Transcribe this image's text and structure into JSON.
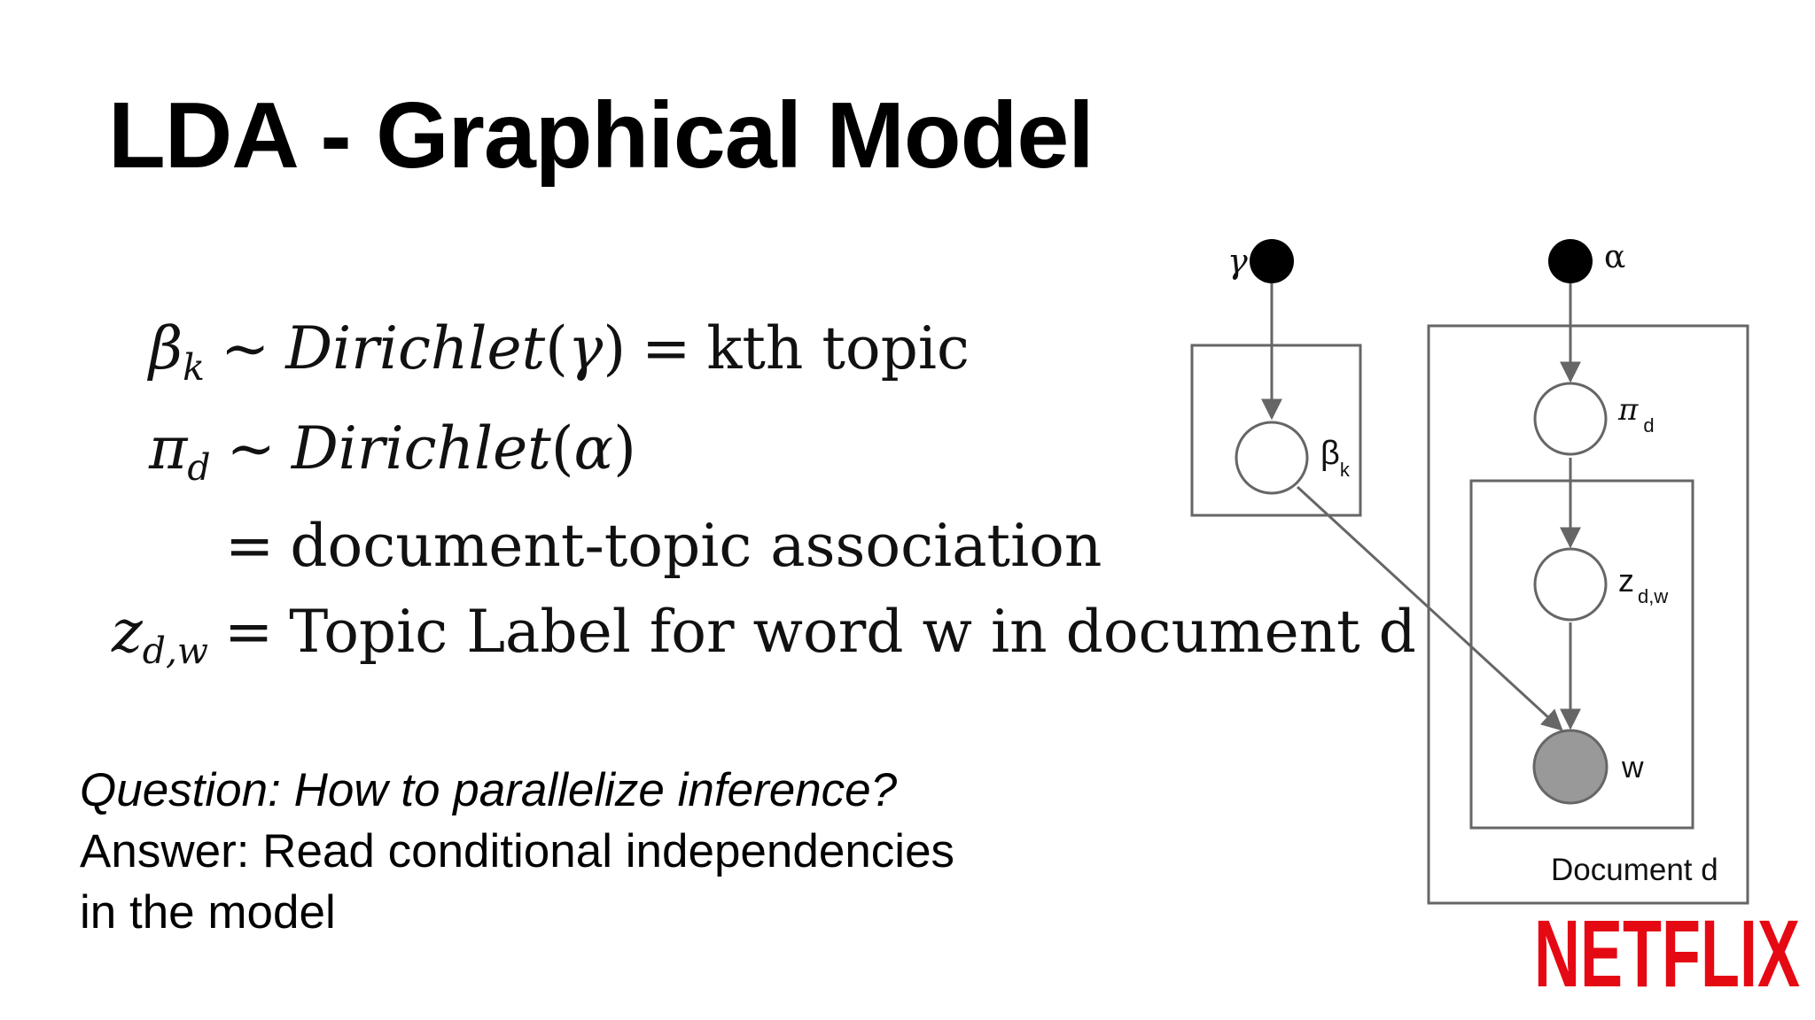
{
  "title": "LDA - Graphical Model",
  "equations": {
    "beta": {
      "lhs": "β",
      "sub": "k",
      "sim": "∼",
      "fn": "Dirichlet",
      "open": "(",
      "arg": "γ",
      "close": ")",
      "eq": "=",
      "rhs": "kth topic"
    },
    "pi": {
      "lhs": "π",
      "sub": "d",
      "sim": "∼",
      "fn": "Dirichlet",
      "open": "(",
      "arg": "α",
      "close": ")"
    },
    "assoc": {
      "eq": "=",
      "rhs": "document-topic association"
    },
    "z": {
      "lhs": "z",
      "sub": "d,w",
      "eq": "=",
      "rhs": "Topic Label for word w in document d"
    }
  },
  "qa": {
    "question": "Question: How to parallelize inference?",
    "answer_line1": "Answer: Read conditional independencies",
    "answer_line2": "in the model"
  },
  "diagram": {
    "gamma": "γ",
    "alpha": "α",
    "beta_label": "β",
    "beta_sub": "k",
    "pi_label": "π",
    "pi_sub": "d",
    "z_label": "z",
    "z_sub": "d,w",
    "w_label": "w",
    "plate_label": "Document d",
    "colors": {
      "line": "#666666",
      "observed": "#999999",
      "hyper": "#000000"
    }
  },
  "logo": {
    "text": "NETFLIX",
    "color": "#e50914"
  }
}
